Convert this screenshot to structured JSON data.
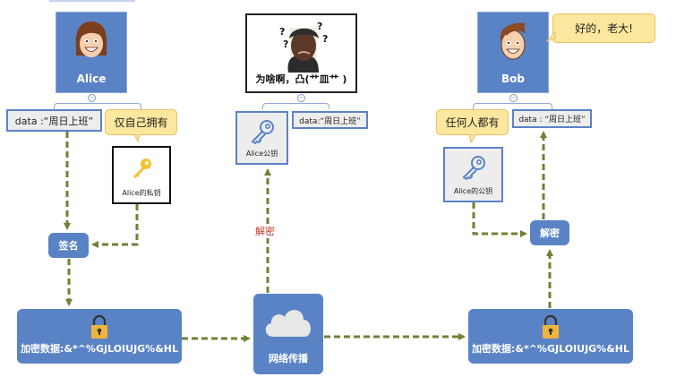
{
  "colors": {
    "node_blue": "#5a83c6",
    "arrow_green": "#6e8136",
    "bubble_yellow": "#fbe79d",
    "decrypt_label_red": "#c0392b",
    "lock_gold": "#f0b43a",
    "key_gold": "#f2c12e"
  },
  "alice": {
    "name": "Alice",
    "icon": "female-avatar-icon",
    "data_box": "data :“周日上班”",
    "private_key_note": "仅自己拥有",
    "private_key_label": "Alice的私钥",
    "private_key_icon": "gold-key-icon",
    "sign_button": "签名",
    "encrypted_data": "加密数据:&*^%GJLOIUJG%&HL",
    "lock_icon": "padlock-icon"
  },
  "network": {
    "label": "网络传播",
    "icon": "cloud-icon"
  },
  "eavesdropper": {
    "caption": "为啥啊，凸(艹皿艹 )",
    "image": "confused-man-meme",
    "decrypt_label": "解密",
    "public_key_label": "Alice公钥",
    "public_key_icon": "blue-key-icon",
    "data_box": "data:“周日上班”"
  },
  "bob": {
    "name": "Bob",
    "icon": "male-avatar-icon",
    "speech": "好的，老大!",
    "data_box": "data : “周日上班”",
    "public_key_note": "任何人都有",
    "public_key_label": "Alice的公钥",
    "public_key_icon": "blue-key-icon",
    "decrypt_button": "解密",
    "encrypted_data": "加密数据:&*^%GJLOIUJG%&HL",
    "lock_icon": "padlock-icon"
  },
  "collapse_symbol": "−"
}
